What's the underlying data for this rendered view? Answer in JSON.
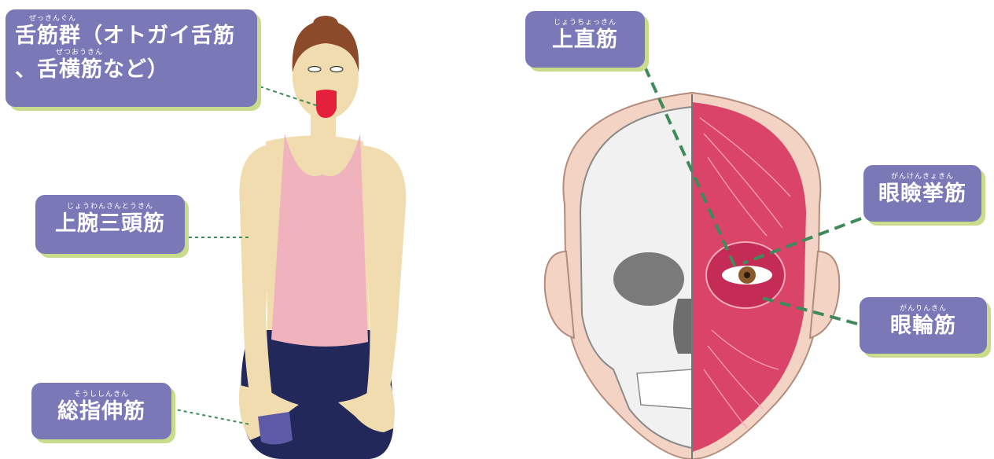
{
  "labels": {
    "tongue": {
      "ruby1": "ぜっきんぐん",
      "line1": "舌筋群（オトガイ舌筋",
      "ruby2": "ぜつおうきん",
      "line2": "、舌横筋など）"
    },
    "triceps": {
      "ruby": "じょうわんさんとうきん",
      "text": "上腕三頭筋"
    },
    "extensor": {
      "ruby": "そうししんきん",
      "text": "総指伸筋"
    },
    "superior_rectus": {
      "ruby": "じょうちょっきん",
      "text": "上直筋"
    },
    "levator": {
      "ruby": "がんけんきょきん",
      "text": "眼瞼挙筋"
    },
    "orbicularis": {
      "ruby": "がんりんきん",
      "text": "眼輪筋"
    }
  },
  "colors": {
    "label_bg": "#7b78b8",
    "label_shadow": "#c8dc8c",
    "leader_line": "#3f8a5a",
    "skin": "#f0dcae",
    "tank_top": "#f0b3be",
    "pants": "#22285a",
    "hair": "#8b4a2a",
    "tongue": "#e4203c",
    "muscle": "#d94468",
    "bone": "#f1f1f1"
  }
}
